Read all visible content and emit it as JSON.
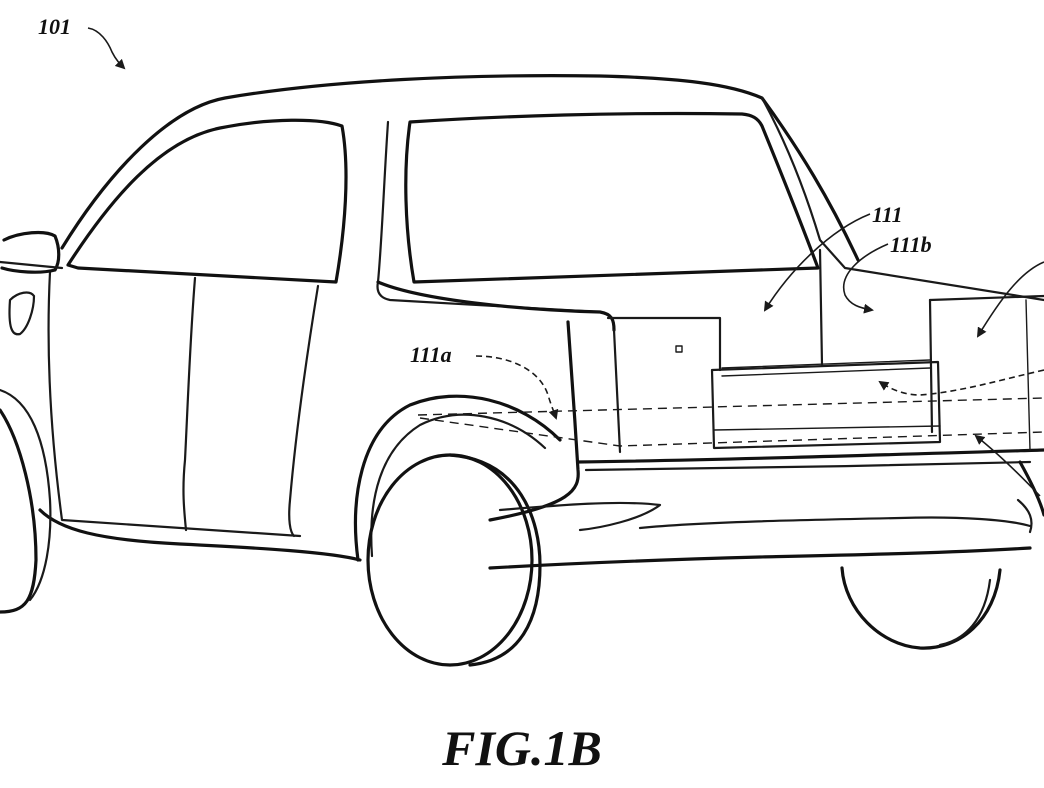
{
  "figure": {
    "caption": "FIG.1B",
    "labels": {
      "vehicle": "101",
      "tonneau": "111",
      "part_a": "111a",
      "part_b": "111b"
    },
    "colors": {
      "line": "#1a1a1a",
      "background": "#ffffff"
    }
  }
}
